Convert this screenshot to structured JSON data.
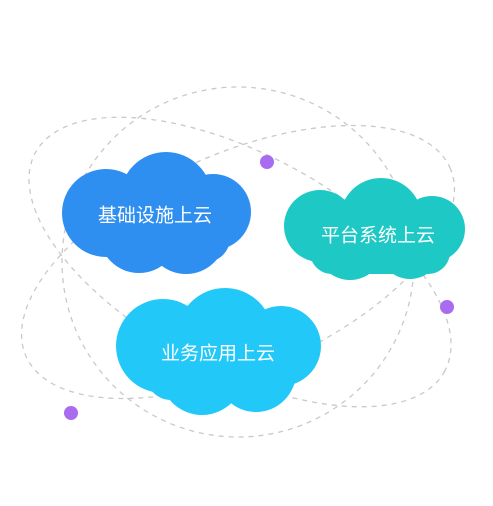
{
  "colors": {
    "orbit": "#c9c9c9",
    "dot": "#a96cf0",
    "cloud_infra": "#2f8ff0",
    "cloud_platform": "#1ec8c4",
    "cloud_business": "#22c8f8"
  },
  "clouds": {
    "infrastructure": {
      "label": "基础设施上云"
    },
    "platform": {
      "label": "平台系统上云"
    },
    "business": {
      "label": "业务应用上云"
    }
  }
}
